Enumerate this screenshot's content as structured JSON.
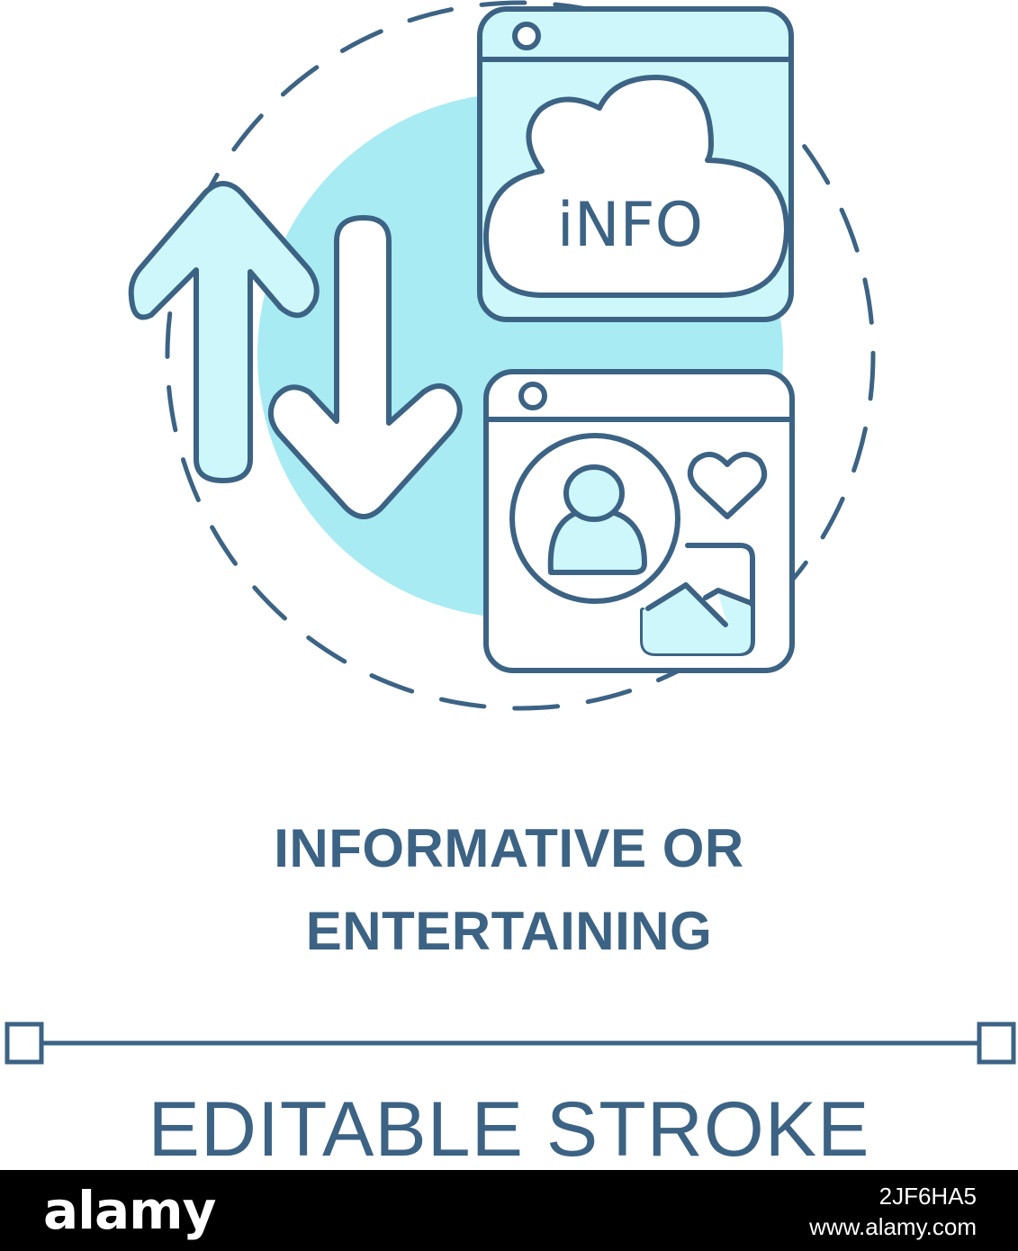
{
  "colors": {
    "stroke": "#3c6384",
    "fill_light": "#cdf7fb",
    "circle_fill": "#a8ebf3",
    "footer_bg": "#000000",
    "footer_text": "#ffffff"
  },
  "icon": {
    "name": "informative-or-entertaining-icon",
    "parts": [
      "up-arrow-icon",
      "down-arrow-icon",
      "browser-window-icon",
      "cloud-icon",
      "user-avatar-icon",
      "heart-icon",
      "image-icon",
      "dashed-circle"
    ],
    "cloud_text": "iNFO"
  },
  "title": {
    "line1": "INFORMATIVE OR",
    "line2": "ENTERTAINING"
  },
  "editable_stroke": {
    "label": "EDITABLE STROKE"
  },
  "footer": {
    "brand": "alamy",
    "image_id": "2JF6HA5",
    "url": "www.alamy.com"
  }
}
